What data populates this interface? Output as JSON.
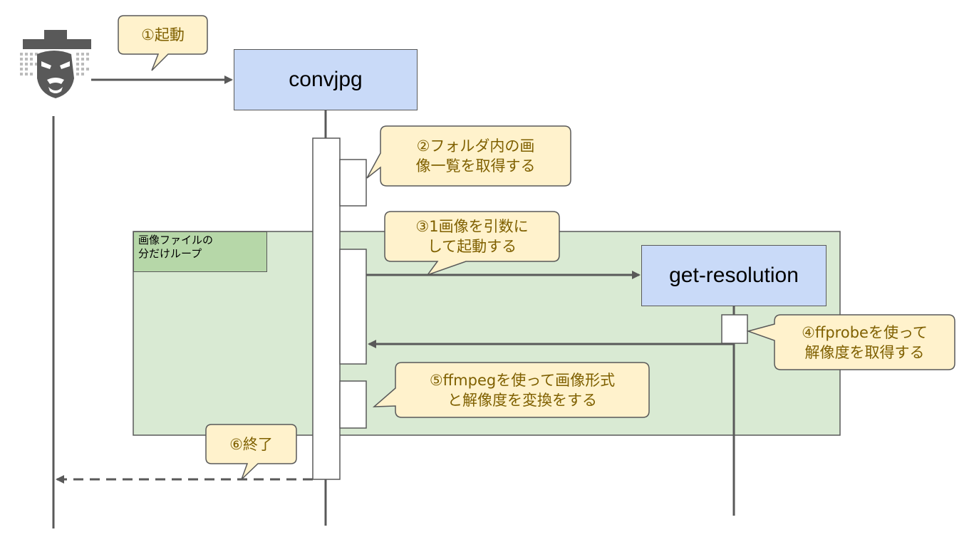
{
  "participants": {
    "convjpg": "convjpg",
    "get_resolution": "get-resolution"
  },
  "loop": {
    "label": "画像ファイルの\n分だけループ"
  },
  "notes": {
    "n1": "①起動",
    "n2": "②フォルダ内の画\n像一覧を取得する",
    "n3": "③1画像を引数に\nして起動する",
    "n4": "④ffprobeを使って\n解像度を取得する",
    "n5": "⑤ffmpegを使って画像形式\nと解像度を変換をする",
    "n6": "⑥終了"
  },
  "colors": {
    "participant_fill": "#c9daf8",
    "loop_fill": "#d9ead3",
    "loop_label_fill": "#b6d7a8",
    "note_fill": "#fff2cc",
    "note_text": "#7f6000",
    "line": "#595959"
  },
  "icons": {
    "user": "hacker-avatar-icon"
  }
}
